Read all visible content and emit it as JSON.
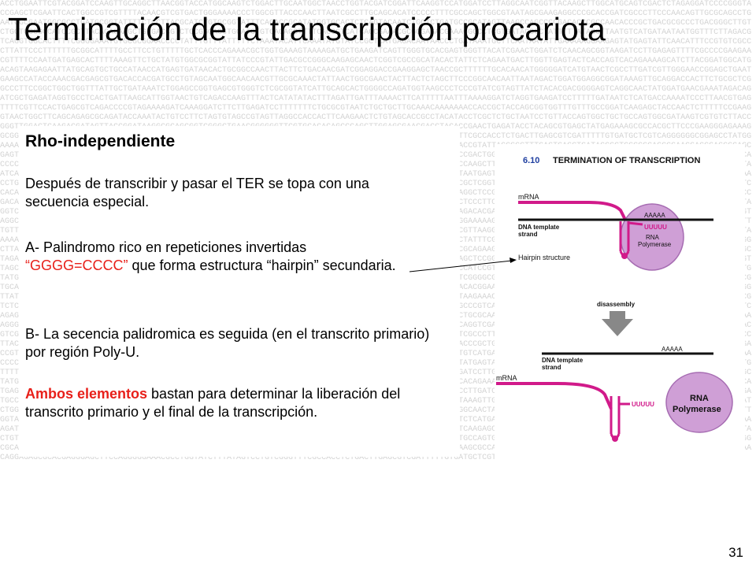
{
  "slide": {
    "title": "Terminación de la transcripción procariota",
    "page_number": "31",
    "background_sequence": "ACCTGGAATTCGTACGGATCCAAGTTGCAGGCTTAACGGTACCATGGCAAGTCTGGACTTGCAATGGCTAACCTGGTACGATCGGATTCAAGGTCCATGGATCCTTAGGCAATCGGTTACAAGCTTGGCATGCAGTCGACTCTAGAGGATCCCCGGGTACCGAGCTCGAATTCACTGGCCGTCGTTTTACAACGTCGTGACTGGGAAAACCCTGGCGTTACCCAACTTAATCGCCTTGCAGCACATCCCCCTTTCGCCAGCTGGCGTAATAGCGAAGAGGCCCGCACCGATCGCCCTTCCCAACAGTTGCGCAGCCTGAATGGCGAATGGCGCCTGATGCGGTATTTTCTCCTTACGCATCTGTGCGGTATTTCACACCGCATATGGTGCACTCTCAGTACAATCTGCTCTGATGCCGCATAGTTAAGCCAGCCCCGACACCCGCCAACACCCGCTGACGCGCCCTGACGGGCTTGTCTGCTCCCGGCATCCGCTTACAGACAAGCTGTGACCGTCTCCGGGAGCTGCATGTGTCAGAGGTTTTCACCGTCATCACCGAAACGCGCGAGACGAAAGGGCCTCGTGATACGCCTATTTTTATAGGTTAATGTCATGATAATAATGGTTTCTTAGACGTCAGGTGGCACTTTTCGGGGAAATGTGCGCGGAACCCCTATTTGTTTATTTTTCTAAATACATTCAAATATGTATCCGCTCATGAGACAATAACCCTGATAAATGCTTCAATAATATTGAAAAAGGAAGAGTATGAGTATTCAACATTTCCGTGTCGCCCTTATTCCCTTTTTTGCGGCATTTTGCCTTCCTGTTTTTGCTCACCCAGAAACGCTGGTGAAAGTAAAAGATGCTGAAGATCAGTTGGGTGCACGAGTGGGTTACATCGAACTGGATCTCAACAGCGGTAAGATCCTTGAGAGTTTTCGCCCCGAAGAACGTTTTCCAATGATGAGCACTTTTAAAGTTCTGCTATGTGGCGCGGTATTATCCCGTATTGACGCCGGGCAAGAGCAACTCGGTCGCCGCATACACTATTCTCAGAATGACTTGGTTGAGTACTCACCAGTCACAGAAAAGCATCTTACGGATGGCATGACAGTAAGAGAATTATGCAGTGCTGCCATAACCATGAGTGATAACACTGCGGCCAACTTACTTCTGACAACGATCGGAGGACCGAAGGAGCTAACCGCTTTTTTGCACAACATGGGGGATCATGTAACTCGCCTTGATCGTTGGGAACCGGAGCTGAATGAAGCCATACCAAACGACGAGCGTGACACCACGATGCCTGTAGCAATGGCAACAACGTTGCGCAAACTATTAACTGGCGAACTACTTACTCTAGCTTCCCGGCAACAATTAATAGACTGGATGGAGGCGGATAAAGTTGCAGGACCACTTCTGCGCTCGGCCCTTCCGGCTGGCTGGTTTATTGCTGATAAATCTGGAGCCGGTGAGCGTGGGTCTCGCGGTATCATTGCAGCACTGGGGCCAGATGGTAAGCCCTCCCGTATCGTAGTTATCTACACGACGGGGAGTCAGGCAACTATGGATGAACGAAATAGACAGATCGCTGAGATAGGTGCCTCACTGATTAAGCATTGGTAACTGTCAGACCAAGTTTACTCATATATACTTTAGATTGATTTAAAACTTCATTTTTAATTTAAAAGGATCTAGGTGAAGATCCTTTTTGATAATCTCATGACCAAAATCCCTTAACGTGAGTTTTCGTTCCACTGAGCGTCAGACCCCGTAGAAAAGATCAAAGGATCTTCTTGAGATCCTTTTTTTCTGCGCGTAATCTGCTGCTTGCAAACAAAAAAACCACCGCTACCAGCGGTGGTTTGTTTGCCGGATCAAGAGCTACCAACTCTTTTTCCGAAGGTAACTGGCTTCAGCAGAGCGCAGATACCAAATACTGTCCTTCTAGTGTAGCCGTAGTTAGGCCACCACTTCAAGAACTCTGTAGCACCGCCTACATACCTCGCTCTGCTAATCCTGTTACCAGTGGCTGCTGCCAGTGGCGATAAGTCGTGTCTTACCGGGTTGGACTCAAGACGATAGTTACCGGATAAGGCGCAGCGGTCGGGCTGAACGGGGGGTTCGTGCACACAGCCCAGCTTGGAGCGAACGACCTACACCGAACTGAGATACCTACAGCGTGAGCTATGAGAAAGCGCCACGCTTCCCGAAGGGAGAAAGGCGGACAGGTATCCGGTAAGCGGCAGGGTCGGAACAGGAGAGCGCACGAGGGAGCTTCCAGGGGGAAACGCCTGGTATCTTTATAGTCCTGTCGGGTTTCGCCACCTCTGACTTGAGCGTCGATTTTTGTGATGCTCGTCAGGGGGGCGGAGCCTATGGAAAAACGCCAGCAACGCGGCCTTTTTACGGTTCCTGGCCTTTTGCTGGCCTTTTGCTCACATGTTCTTTCCTGCGTTATCCCCTGATTCTGTGGATAACCGTATTACCGCCTTTGAGTGAGCTGATACCGCTCGCCGCAGCCGAACGACCGAGCGCAGCGAGTCAGTGAGCGAGGAAGCGGAAGAGCGCCCAATACGCAAACCGCCTCTCCCCGCGCGTTGGCCGATTCATTAATGCAGCTGGCACGACAGGTTTCCCGACTGGAAAGCGGGCAGTGAGCGCAACGCAATTAATGTGAGTTAGCTCACTCATTAGGCACCCCAGGCTTTACACTTTATGCTTCCGGCTCGTATGTTGTGTGGAATTGTGAGCGGATAACAATTTCACACAGGAAACAGCTATGACCATGATTACGCCAAGCTTGCATGCCTGCAGGTCGACTCTAGAGGATCCCCGGGTACCGAGCTCGAATTCGTAATCATGGTCATAGCTGTTTCCTGTGTGAAATTGTTATCCGCTCACAATTCCACACAACATACGAGCCGGAAGCATAAAGTGTAAAGCCTGGGGTGCCTAATGAGTGAGCTAACTCACATTAATTGCGTTGCGCTCACTGCCCGCTTTCCAGTCGGGAAACCTGTCGTGCCAGCTGCATTAATGAATCGGCCAACGCGCGGGGAGAGGCGGTTTGCGTATTGGGCGCTCTTCCGCTTCCTCGCTCACTGACTCGCTGCGCTCGGTCGTTCGGCTGCGGCGAGCGGTATCAGCTCACTCAAAGGCGGTAATACGGTTATCCACAGAATCAGGGGATAACGCAGGAAAGAACATGTGAGCAAAAGGCCAGCAAAAGGCCAGGAACCGTAAAAAGGCCGCGTTGCTGGCGTTTTTCCATAGGCTCCGCCCCCCTGACGAGCATCACAAAAATCGACGCTCAAGTCAGAGGTGGCGAAACCCGACAGGACTATAAAGATACCAGGCGTTTCCCCCTGGAAGCTCCCTCGTGCGCTCTCCTGTTCCGACCCTGCCGCTTACCGGATACCTGTCCGCCTTTCTCCCTTCGGGAAGCGTGGCGCTTTCTCATAGCTCACGCTGTAGGTATCTCAGTTCGGTGTAGGTCGTTCGCTCCAAGCTGGGCTGTGTGCACGAACCCCCCGTTCAGCCCGACCGCTGCGCCTTATCCGGTAACTATCGTCTTGAGTCCAACCCGGTAAGACACGACTTATCGCCACTGGCAGCAGCCACTGGTAACAGGATTAGCAGAGCGAGGTATGTAGGCGGTGCTACAGAGTTCTTGAAGTGGTGGCCTAACTACGGCTACACTAGAAGGACAGTATTTGGTATCTGCGCTCTGCTGAAGCCAGTTACCTTCGGAAAAAGAGTTGGTAGCTCTTGATCCGGCAAACAAACCACCGCTGGTAGCGGTGGTTTTTTTGTTTGCAAGCAGCAGATTACGCGCAGAAAAAAAGGATCTCAAGAAGATCCTTTGATCTTTTCTACGGGGTCTGACGCTCAGTGGAACGAAAACTCACGTTAAGGGATTTTGGTCATGAGATTATCAAAAAGGATCTTCACCTAGATCCTTTTAAATTAAAAATGAAGTTTTAAATCAATCTAAAGTATATATGAGTAAACTTGGTCTGACAGTTACCAATGCTTAATCAGTGAGGCACCTATCTCAGCGATCTGTCTATTTCGTTCATCCATAGTTGCCTGACTCCCCGTCGTGTAGATAACTACGATACGGGAGGGCTTACCATCTGGCCCCAGTGCTGCAATGATACCGCGAGACCCACGCTCACCGGCTCCAGATTTATCAGCAATAAACCAGCCAGCCGGAAGGGCCGAGCGCAGAAGTGGTCCTGCAACTTTATCCGCCTCCATCCAGTCTATTAATTGTTGCCGGGAAGCTAGAGTAAGTAGTTCGCCAGTTAATAGTTTGCGCAACGTTGTTGCCATTGCTACAGGCATCGTGGTGTCACGCTCGTCGTTTGGTATGGCTTCATTCAGCTCCGGTTCCCAACGATCAAGGCGAGTTACATGATCCCCCATGTTGTGCAAAAAAGCGGTTAGCTCCTTCGGTCCTCCGATCGTTGTCAGAAGTAAGTTGGCCGCAGTGTTATCACTCATGGTTATGGCAGCACTGCATAATTCTCTTACTGTCATGCCATCCGTAAGATGCTTTTCTGTGACTGGTGAGTACTCAACCAAGTCATTCTGAGAATAGTGTATGCGGCGACCGAGTTGCTCTTGCCCGGCGTCAATACGGGATAATACCGCGCCACATAGCAGAACTTTAAAAGTGCTCATCATTGGAAAACGTTCTTCGGGGCGAAAACTCTCAAGGATCTTACCGCTGTTGAGATCCAGTTCGATGTAACCCACTCGTGCACCCAACTGATCTTCAGCATCTTTTACTTTCACCAGCGTTTCTGGGTGAGCAAAAACAGGAAGGCAAAATGCCGCAAAAAAGGGAATAAGGGCGACACGGAAATGTTGAATACTCATACTCTTCCTTTTTCAATATTATTGAAGCATTTATCAGGGTTATTGTCTCATGAGCGGATACATATTTGAATGTATTTAGAAAAATAAACAAATAGGGGTTCCGCGCACATTTCCCCGAAAAGTGCCACCTGACGTCTAAGAAACCATTATTATCATGACATTAACCTATAAAAATAGGCGTATCACGAGGCCCTTTCGTCTCGCGCGTTTCGGTGATGACGGTGAAAACCTCTGACACATGCAGCTCCCGGAGACGGTCACAGCTTGTCTGTAAGCGGATGCCGGGAGCAGACAAGCCCGTCAGGGCGCGTCAGCGGGTGTTGGCGGGTGTCGGGGCTGGCTTAACTATGCGGCATCAGAGCAGATTGTACTGAGAGTGCACCATATGCGGTGTGAAATACCGCACAGATGCGTAAGGAGAAAATACCGCATCAGGCGCCATTCGCCATTCAGGCTGCGCAACTGTTGGGAAGGGCGATCGGTGCGGGCCTCTTCGCTATTACGCCAGCTGGCGAAAGGGGGATGTGCTGCAAGGCGATTAAGTTGGGTAACGCCAGGGTTTTCCCAGTCACGACGTTGTAAAACGACGGCCAGTGCCAAGCTTGCATGCCTGCAGGTCGACTCTAGAGGATCCCCGGGTACCGAGCTCGAATTCACTGGCCGTCGTTTTACAACGTCGTGACTGGGAAAACCCTGGCGTTACCCAACTTAATCGCCTTGCAGCACATCCCCCTTTCGCCAGCTGGCGTAATAGCGAAGAGGCCCGCACCGATCGCCCTTCCCAACAGTTGCGCAGCCTGAATGGCGAATGGCGCCTGATGCGGTATTTTCTCCTTACGCATCTGTGCGGTATTTCACACCGCATATGGTGCACTCTCAGTACAATCTGCTCTGATGCCGCATAGTTAAGCCAGCCCCGACACCCGCCAACACCCGCTGACGCGCCCTGACGGGCTTGTCTGCTCCCGGCATCCGCTTACAGACAAGCTGTGACCGTCTCCGGGAGCTGCATGTGTCAGAGGTTTTCACCGTCATCACCGAAACGCGCGAGACGAAAGGGCCTCGTGATACGCCTATTTTTATAGGTTAATGTCATGATAATAATGGTTTCTTAGACGTCAGGTGGCACTTTTCGGGGAAATGTGCGCGGAACCCCTATTTGTTTATTTTTCTAAATACATTCAAATATGTATCCGCTCATGAGACAATAACCCTGATAAATGCTTCAATAATATTGAAAAAGGAAGAGTATGAGTATTCAACATTTCCGTGTCGCCCTTATTCCCTTTTTTGCGGCATTTTGCCTTCCTGTTTTTGCTCACCCAGAAACGCTGGTGAAAGTAAAAGATGCTGAAGATCAGTTGGGTGCACGAGTGGGTTACATCGAACTGGATCTCAACAGCGGTAAGATCCTTGAGAGTTTTCGCCCCGAAGAACGTTTTCCAATGATGAGCACTTTTAAAGTTCTGCTATGTGGCGCGGTATTATCCCGTATTGACGCCGGGCAAGAGCAACTCGGTCGCCGCATACACTATTCTCAGAATGACTTGGTTGAGTACTCACCAGTCACAGAAAAGCATCTTACGGATGGCATGACAGTAAGAGAATTATGCAGTGCTGCCATAACCATGAGTGATAACACTGCGGCCAACTTACTTCTGACAACGATCGGAGGACCGAAGGAGCTAACCGCTTTTTTGCACAACATGGGGGATCATGTAACTCGCCTTGATCGTTGGGAACCGGAGCTGAATGAAGCCATACCAAACGACGAGCGTGACACCACGATGCCTGTAGCAATGGCAACAACGTTGCGCAAACTATTAACTGGCGAACTACTTACTCTAGCTTCCCGGCAACAATTAATAGACTGGATGGAGGCGGATAAAGTTGCAGGACCACTTCTGCGCTCGGCCCTTCCGGCTGGCTGGTTTATTGCTGATAAATCTGGAGCCGGTGAGCGTGGGTCTCGCGGTATCATTGCAGCACTGGGGCCAGATGGTAAGCCCTCCCGTATCGTAGTTATCTACACGACGGGGAGTCAGGCAACTATGGATGAACGAAATAGACAGATCGCTGAGATAGGTGCCTCACTGATTAAGCATTGGTAACTGTCAGACCAAGTTTACTCATATATACTTTAGATTGATTTAAAACTTCATTTTTAATTTAAAAGGATCTAGGTGAAGATCCTTTTTGATAATCTCATGACCAAAATCCCTTAACGTGAGTTTTCGTTCCACTGAGCGTCAGACCCCGTAGAAAAGATCAAAGGATCTTCTTGAGATCCTTTTTTTCTGCGCGTAATCTGCTGCTTGCAAACAAAAAAACCACCGCTACCAGCGGTGGTTTGTTTGCCGGATCAAGAGCTACCAACTCTTTTTCCGAAGGTAACTGGCTTCAGCAGAGCGCAGATACCAAATACTGTCCTTCTAGTGTAGCCGTAGTTAGGCCACCACTTCAAGAACTCTGTAGCACCGCCTACATACCTCGCTCTGCTAATCCTGTTACCAGTGGCTGCTGCCAGTGGCGATAAGTCGTGTCTTACCGGGTTGGACTCAAGACGATAGTTACCGGATAAGGCGCAGCGGTCGGGCTGAACGGGGGGTTCGTGCACACAGCCCAGCTTGGAGCGAACGACCTACACCGAACTGAGATACCTACAGCGTGAGCTATGAGAAAGCGCCACGCTTCCCGAAGGGAGAAAGGCGGACAGGTATCCGGTAAGCGGCAGGGTCGGAACAGGAGAGCGCACGAGGGAGCTTCCAGGGGGAAACGCCTGGTATCTTTATAGTCCTGTCGGGTTTCGCCACCTCTGACTTGAGCGTCGATTTTTGTGATGCTCGTCAGGGGGGCGGAGCCTATGGAAAAACGCCAGCAACGCGGCC"
  },
  "content": {
    "subtitle": "Rho-independiente",
    "para1": "Después de transcribir y pasar el TER se topa con una secuencia especial.",
    "para2_a": "A- Palindromo rico en repeticiones invertidas",
    "para2_red": "“GGGG=CCCC”",
    "para2_b": " que forma estructura “hairpin” secundaria.",
    "para3": "B- La secencia palidromica es seguida (en el transcrito primario) por región Poly-U.",
    "para4_red": "Ambos elementos",
    "para4_rest": " bastan para determinar la liberación del transcrito primario y el final de la transcripción."
  },
  "figure": {
    "number": "6.10",
    "heading": "TERMINATION OF TRANSCRIPTION",
    "top": {
      "mrna": "mRNA",
      "dna_label_1": "DNA template",
      "dna_label_2": "strand",
      "aaaaa": "AAAAA",
      "uuuuu": "UUUUU",
      "poly_1": "RNA",
      "poly_2": "Polymerase",
      "hairpin": "Hairpin structure"
    },
    "disassembly": "disassembly",
    "bottom": {
      "mrna": "mRNA",
      "dna_label_1": "DNA template",
      "dna_label_2": "strand",
      "aaaaa": "AAAAA",
      "uuuuu": "UUUUU",
      "poly_1": "RNA",
      "poly_2": "Polymerase"
    },
    "colors": {
      "rna": "#d11a8a",
      "polymerase": "#cf9fd6",
      "polymerase_dark": "#a66cb2",
      "heading_blue": "#1f3fa0",
      "dna": "#111111",
      "arrow": "#888888"
    }
  }
}
